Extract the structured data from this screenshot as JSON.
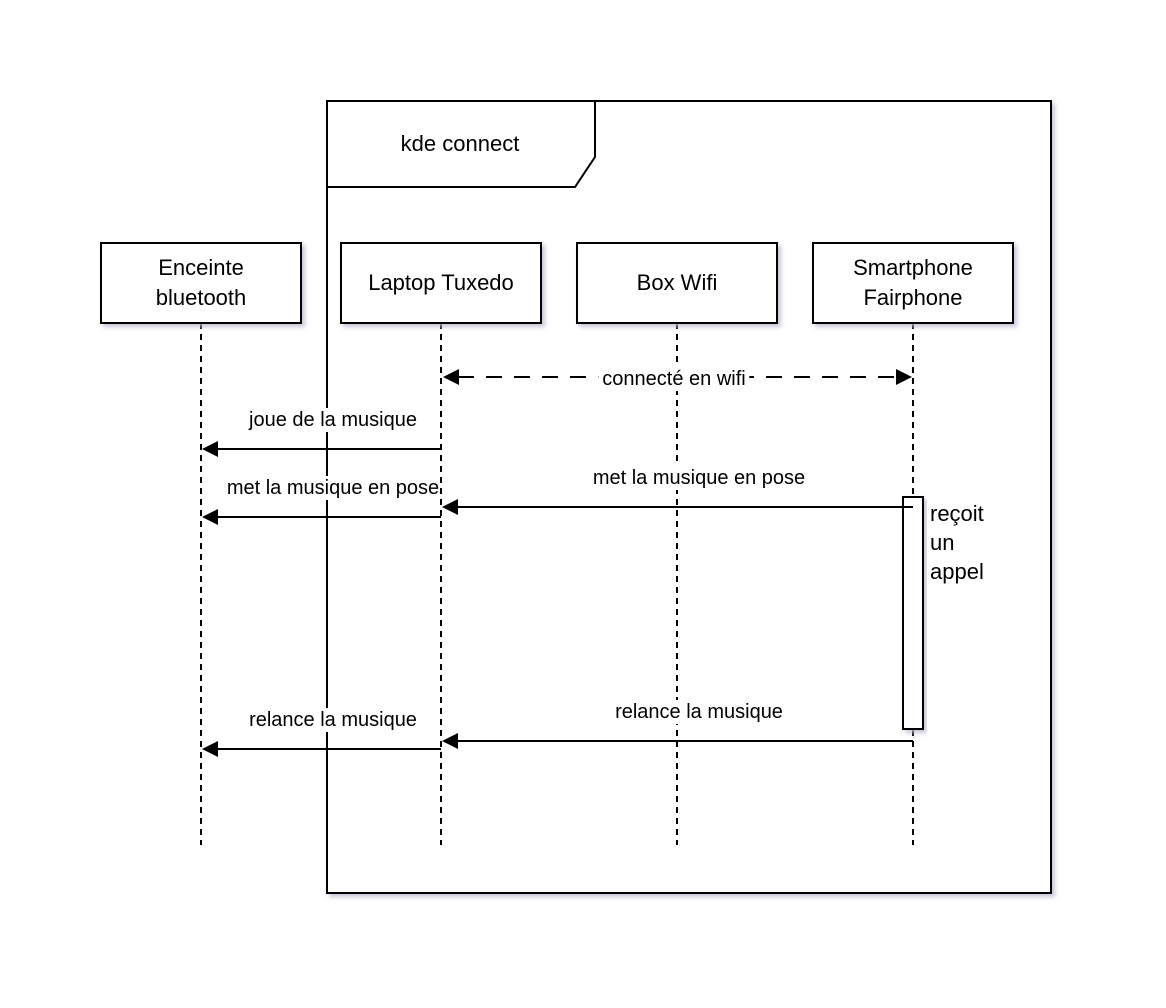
{
  "frame": {
    "label": "kde connect"
  },
  "participants": [
    {
      "id": "speaker",
      "label": "Enceinte\nbluetooth"
    },
    {
      "id": "laptop",
      "label": "Laptop Tuxedo"
    },
    {
      "id": "box",
      "label": "Box Wifi"
    },
    {
      "id": "phone",
      "label": "Smartphone\nFairphone"
    }
  ],
  "messages": [
    {
      "from": "phone",
      "to": "laptop",
      "label": "connecté en wifi",
      "style": "dashed",
      "bidirectional": true
    },
    {
      "from": "laptop",
      "to": "speaker",
      "label": "joue de la musique",
      "style": "solid"
    },
    {
      "from": "phone",
      "to": "laptop",
      "label": "met la musique en pose",
      "style": "solid"
    },
    {
      "from": "laptop",
      "to": "speaker",
      "label": "met la musique en pose",
      "style": "solid"
    },
    {
      "from": "phone",
      "to": "laptop",
      "label": "relance la musique",
      "style": "solid"
    },
    {
      "from": "laptop",
      "to": "speaker",
      "label": "relance la musique",
      "style": "solid"
    }
  ],
  "activation": {
    "participant": "phone",
    "label": "reçoit\nun\nappel"
  },
  "colors": {
    "line": "#000000",
    "shadow": "#c8c8dc",
    "background": "#ffffff"
  }
}
